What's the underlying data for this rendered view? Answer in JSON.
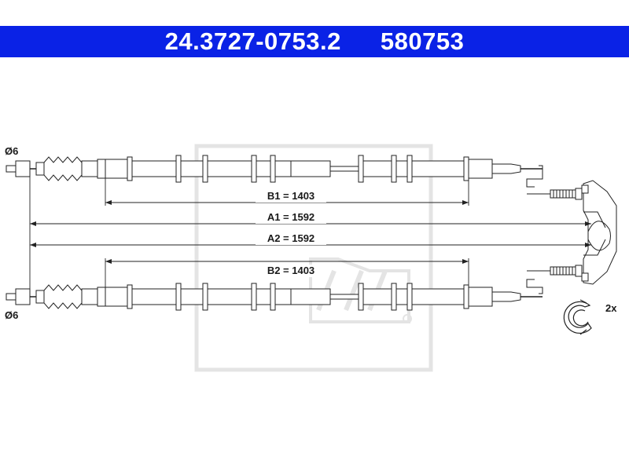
{
  "header": {
    "part_number": "24.3727-0753.2",
    "reference_number": "580753"
  },
  "colors": {
    "header_background": "#0a22e6",
    "header_text": "#ffffff",
    "line": "#222222",
    "watermark": "#e4e4e4"
  },
  "labels": {
    "diameter_top": "Ø6",
    "diameter_bottom": "Ø6",
    "b1": "B1 = 1403",
    "a1": "A1 = 1592",
    "a2": "A2 = 1592",
    "b2": "B2 = 1403",
    "clip_quantity": "2x"
  },
  "dimensions": {
    "B1": 1403,
    "A1": 1592,
    "A2": 1592,
    "B2": 1403
  },
  "icons": [
    "brake-cable-drawing",
    "equalizer-bracket-icon",
    "retaining-clip-icon",
    "ate-watermark-logo"
  ]
}
